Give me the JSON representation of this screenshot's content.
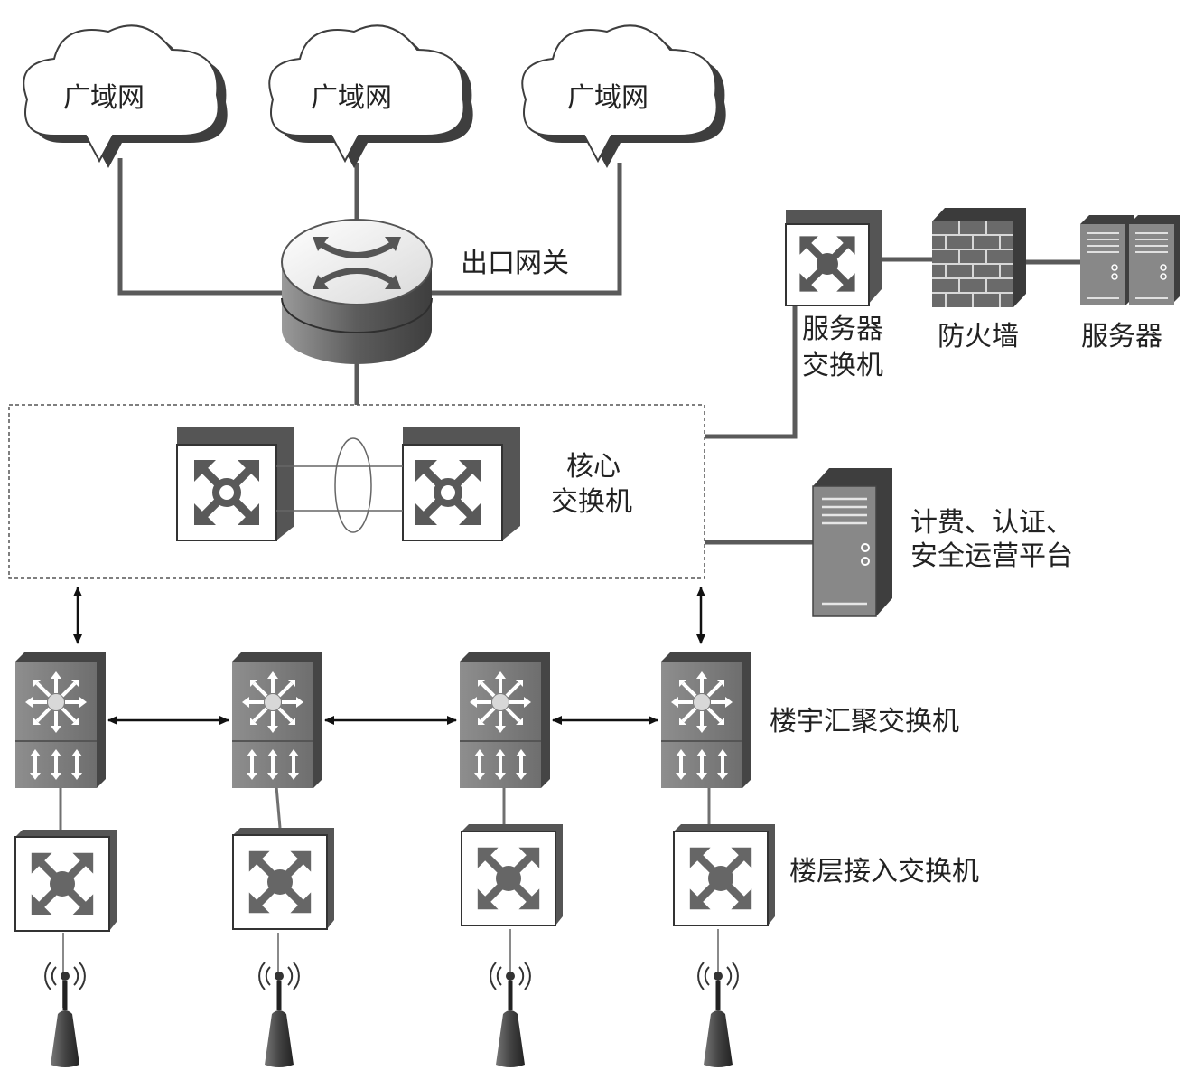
{
  "clouds": [
    {
      "label": "广域网"
    },
    {
      "label": "广域网"
    },
    {
      "label": "广域网"
    }
  ],
  "labels": {
    "gateway": "出口网关",
    "server_switch_line1": "服务器",
    "server_switch_line2": "交换机",
    "firewall": "防火墙",
    "servers": "服务器",
    "core_line1": "核心",
    "core_line2": "交换机",
    "platform_line1": "计费、认证、",
    "platform_line2": "安全运营平台",
    "aggregation": "楼宇汇聚交换机",
    "access": "楼层接入交换机"
  },
  "colors": {
    "line": "#5a5a5a",
    "device_dark": "#5e5e5e",
    "device_light": "#8a8a8a",
    "text": "#222222"
  }
}
